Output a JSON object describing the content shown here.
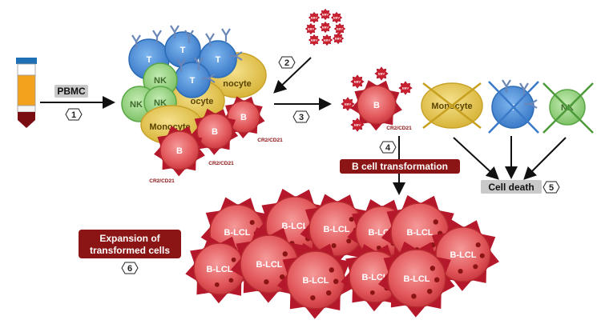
{
  "labels": {
    "pbmc": "PBMC",
    "t": "T",
    "nk": "NK",
    "b": "B",
    "monocyte": "Monocyte",
    "monocyte_partial": "nocyte",
    "monocyte_partial2": "ocyte",
    "b_lcl": "B-LCL",
    "cr2": "CR2/CD21",
    "ebv": "EBV",
    "b_cell_transformation": "B cell transformation",
    "cell_death": "Cell death",
    "expansion_line1": "Expansion of",
    "expansion_line2": "transformed cells"
  },
  "steps": [
    "1",
    "2",
    "3",
    "4",
    "5",
    "6"
  ],
  "colors": {
    "t_cell": "#4a8fd6",
    "nk_cell": "#8fd07a",
    "monocyte": "#e8c84a",
    "b_cell": "#e85a5a",
    "virus": "#b5182b",
    "dark_red_box": "#8b1414",
    "grey_box": "#c9c9c9",
    "tube_blue": "#1e6fb5",
    "tube_orange": "#f3a21d",
    "tube_red": "#7a0d12",
    "cross_monocyte": "#c8a020",
    "cross_t": "#3a7ac8",
    "cross_nk": "#4d9a3a"
  }
}
